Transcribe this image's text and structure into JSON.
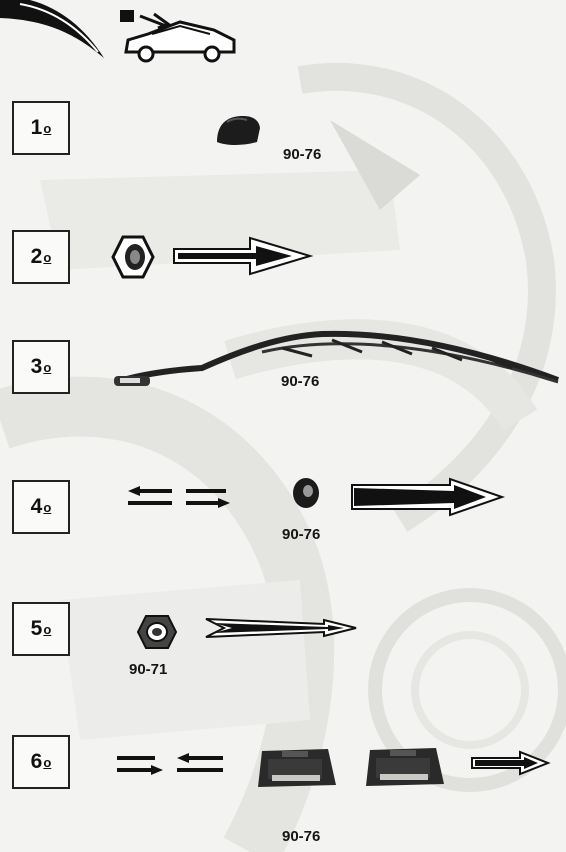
{
  "steps": [
    {
      "number": "1",
      "ordinal_mark": "o",
      "ref": "90-76"
    },
    {
      "number": "2",
      "ordinal_mark": "o"
    },
    {
      "number": "3",
      "ordinal_mark": "o",
      "ref": "90-76"
    },
    {
      "number": "4",
      "ordinal_mark": "o",
      "ref": "90-76"
    },
    {
      "number": "5",
      "ordinal_mark": "o",
      "ref": "90-71"
    },
    {
      "number": "6",
      "ordinal_mark": "o",
      "ref": "90-76"
    }
  ],
  "icons": {
    "header": [
      "wiper-sweep-icon",
      "car-bonnet-icon"
    ],
    "step1": [
      "wiper-arm-cap-icon"
    ],
    "step2": [
      "hex-nut-icon",
      "arrow-right-icon"
    ],
    "step3": [
      "wiper-blade-arm-icon"
    ],
    "step4": [
      "opposite-arrows-icon",
      "grommet-icon",
      "arrow-right-icon"
    ],
    "step5": [
      "lock-nut-icon",
      "arrow-right-icon"
    ],
    "step6": [
      "opposite-arrows-icon",
      "wiper-motor-cover-icon",
      "arrow-right-icon"
    ]
  }
}
